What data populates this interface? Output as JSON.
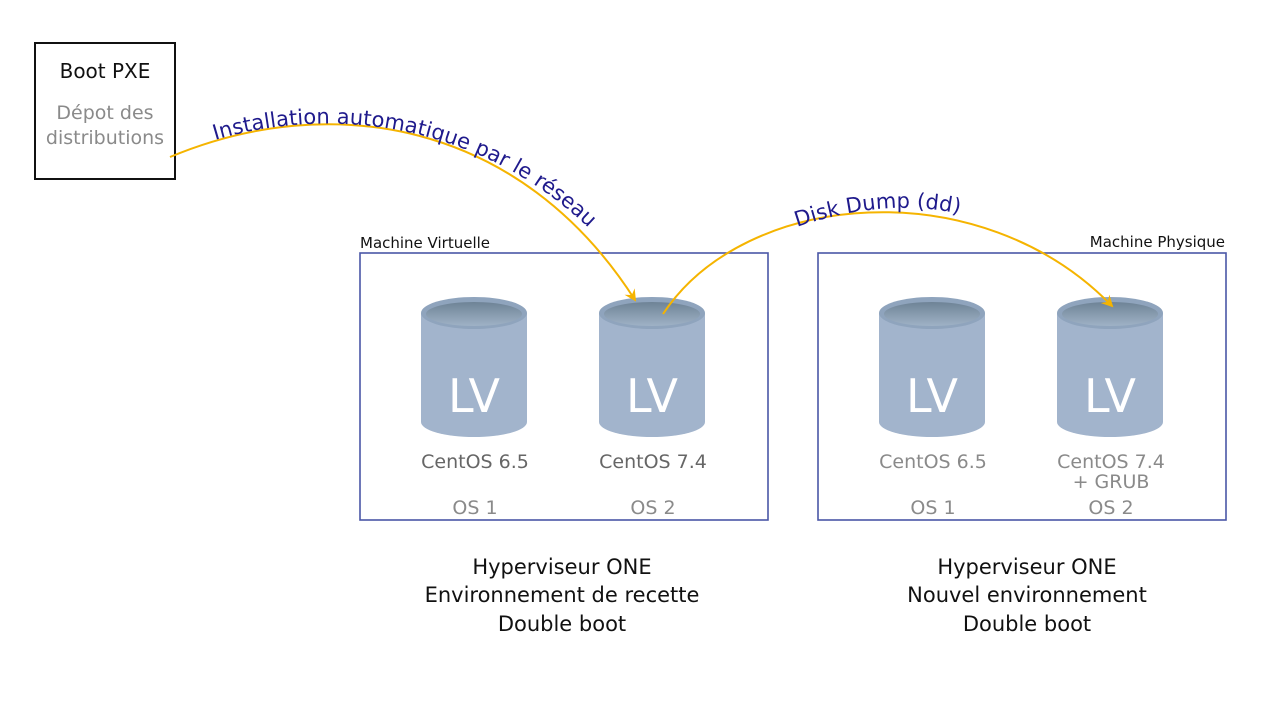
{
  "pxe": {
    "title": "Boot PXE",
    "subtitle_line1": "Dépot des",
    "subtitle_line2": "distributions"
  },
  "arrows": {
    "install": "Installation automatique par le réseau",
    "dd": "Disk Dump (dd)",
    "color": "#f5b400"
  },
  "virtual": {
    "label": "Machine Virtuelle",
    "disks": [
      {
        "lv": "LV",
        "name_line1": "CentOS 6.5",
        "name_line2": "",
        "slot": "OS 1"
      },
      {
        "lv": "LV",
        "name_line1": "CentOS 7.4",
        "name_line2": "",
        "slot": "OS 2"
      }
    ],
    "caption": [
      "Hyperviseur ONE",
      "Environnement de recette",
      "Double boot"
    ]
  },
  "physical": {
    "label": "Machine Physique",
    "disks": [
      {
        "lv": "LV",
        "name_line1": "CentOS 6.5",
        "name_line2": "",
        "slot": "OS 1"
      },
      {
        "lv": "LV",
        "name_line1": "CentOS 7.4",
        "name_line2": "+ GRUB",
        "slot": "OS 2"
      }
    ],
    "caption": [
      "Hyperviseur ONE",
      "Nouvel environnement",
      "Double boot"
    ]
  },
  "colors": {
    "box_border": "#4a56a6",
    "cylinder_body": "#a2b4cc",
    "cylinder_top": "#8ea3bc",
    "cylinder_top_inner": "#7d92a8",
    "vm_os_text": "#666666",
    "pm_os_text": "#8a8a8a",
    "label_text": "#1f1a8c"
  }
}
